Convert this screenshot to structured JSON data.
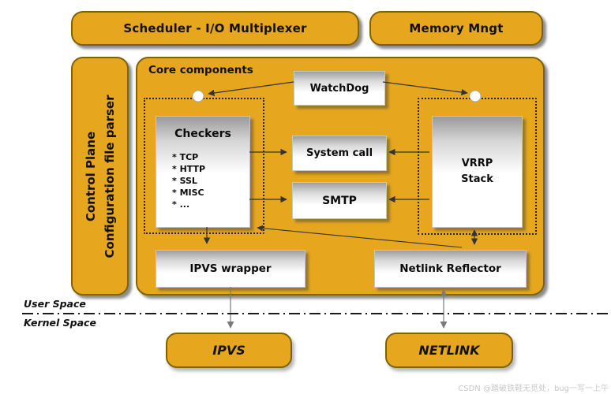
{
  "colors": {
    "gold": "#E6A71F",
    "gold_border": "#7E6208",
    "line_dark": "#333333",
    "line_gray": "#7a7a7a",
    "watermark_gray": "#C8C8C8"
  },
  "header": {
    "scheduler": "Scheduler - I/O Multiplexer",
    "memory": "Memory Mngt"
  },
  "control_plane": {
    "line1": "Control Plane",
    "line2": "Configuration file parser"
  },
  "core": {
    "label": "Core components",
    "watchdog": "WatchDog",
    "checkers": {
      "title": "Checkers",
      "items": [
        "* TCP",
        "* HTTP",
        "* SSL",
        "* MISC",
        "* ..."
      ]
    },
    "system_call": "System call",
    "smtp": "SMTP",
    "vrrp_stack": {
      "line1": "VRRP",
      "line2": "Stack"
    },
    "ipvs_wrapper": "IPVS wrapper",
    "netlink_reflector": "Netlink Reflector"
  },
  "spaces": {
    "user": "User Space",
    "kernel": "Kernel Space"
  },
  "kernel_boxes": {
    "ipvs": "IPVS",
    "netlink": "NETLINK"
  },
  "watermark": "CSDN @踏破铁鞋无觅处，bug一写一上午"
}
